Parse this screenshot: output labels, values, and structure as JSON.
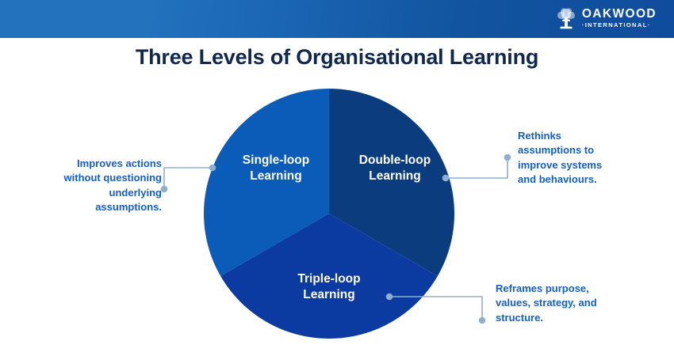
{
  "header": {
    "brand_name": "OAKWOOD",
    "brand_sub": "·INTERNATIONAL·",
    "logo_icon": "tree-icon",
    "gradient_from": "#2272BE",
    "gradient_to": "#0F4C9E"
  },
  "title": "Three Levels of Organisational Learning",
  "title_color": "#10284E",
  "chart_data": {
    "type": "pie",
    "title": "Three Levels of Organisational Learning",
    "categories": [
      "Single-loop Learning",
      "Double-loop Learning",
      "Triple-loop Learning"
    ],
    "values": [
      33.33,
      33.33,
      33.33
    ],
    "colors": [
      "#0A5CB8",
      "#0B3D7E",
      "#0B3AA0"
    ],
    "legend": "none",
    "grid": false,
    "center": [
      415,
      270
    ],
    "radius": 158,
    "slices": [
      {
        "label": "Single-loop\nLearning",
        "value": 33.33,
        "color": "#0A5CB8",
        "start_angle": 240,
        "end_angle": 360,
        "note": "Improves actions\nwithout questioning\nunderlying\nassumptions."
      },
      {
        "label": "Double-loop\nLearning",
        "value": 33.33,
        "color": "#0B3D7E",
        "start_angle": 0,
        "end_angle": 120,
        "note": "Rethinks\nassumptions to\nimprove systems\nand behaviours."
      },
      {
        "label": "Triple-loop\nLearning",
        "value": 33.33,
        "color": "#0B3AA0",
        "start_angle": 120,
        "end_angle": 240,
        "note": "Reframes purpose,\nvalues, strategy, and\nstructure."
      }
    ],
    "annotation_color": "#1460BE",
    "connector_color": "#8FAFD0"
  }
}
